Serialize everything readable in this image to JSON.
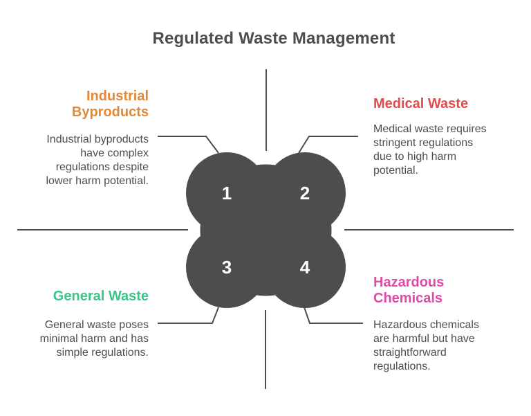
{
  "title": "Regulated Waste Management",
  "colors": {
    "dark": "#4D4D4D",
    "industrial": "#E2883A",
    "medical": "#E24C4B",
    "general": "#3BC488",
    "hazardous": "#DD4BA6",
    "number_text": "#FFFFFF"
  },
  "sections": {
    "industrial": {
      "number": "1",
      "title_lines": [
        "Industrial",
        "Byproducts"
      ],
      "description_lines": [
        "Industrial byproducts",
        "have complex",
        "regulations despite",
        "lower harm potential."
      ],
      "color": "#E2883A"
    },
    "medical": {
      "number": "2",
      "title_lines": [
        "Medical Waste"
      ],
      "description_lines": [
        "Medical waste requires",
        "stringent regulations",
        "due to high harm",
        "potential."
      ],
      "color": "#E24C4B"
    },
    "general": {
      "number": "3",
      "title_lines": [
        "General Waste"
      ],
      "description_lines": [
        "General waste poses",
        "minimal harm and has",
        "simple regulations."
      ],
      "color": "#3BC488"
    },
    "hazardous": {
      "number": "4",
      "title_lines": [
        "Hazardous",
        "Chemicals"
      ],
      "description_lines": [
        "Hazardous chemicals",
        "are harmful but have",
        "straightforward",
        "regulations."
      ],
      "color": "#DD4BA6"
    }
  }
}
